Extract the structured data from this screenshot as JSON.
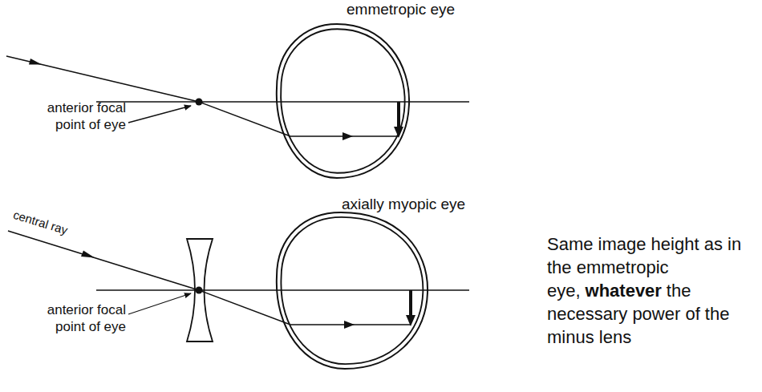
{
  "diagram": {
    "labels": [
      "emmetropic eye",
      "anterior focal point of eye",
      "axially myopic eye",
      "central ray",
      "anterior focal point of eye",
      "Same image height as in the emmetropic eye,",
      "whatever",
      "the necessary power of the minus lens"
    ]
  }
}
